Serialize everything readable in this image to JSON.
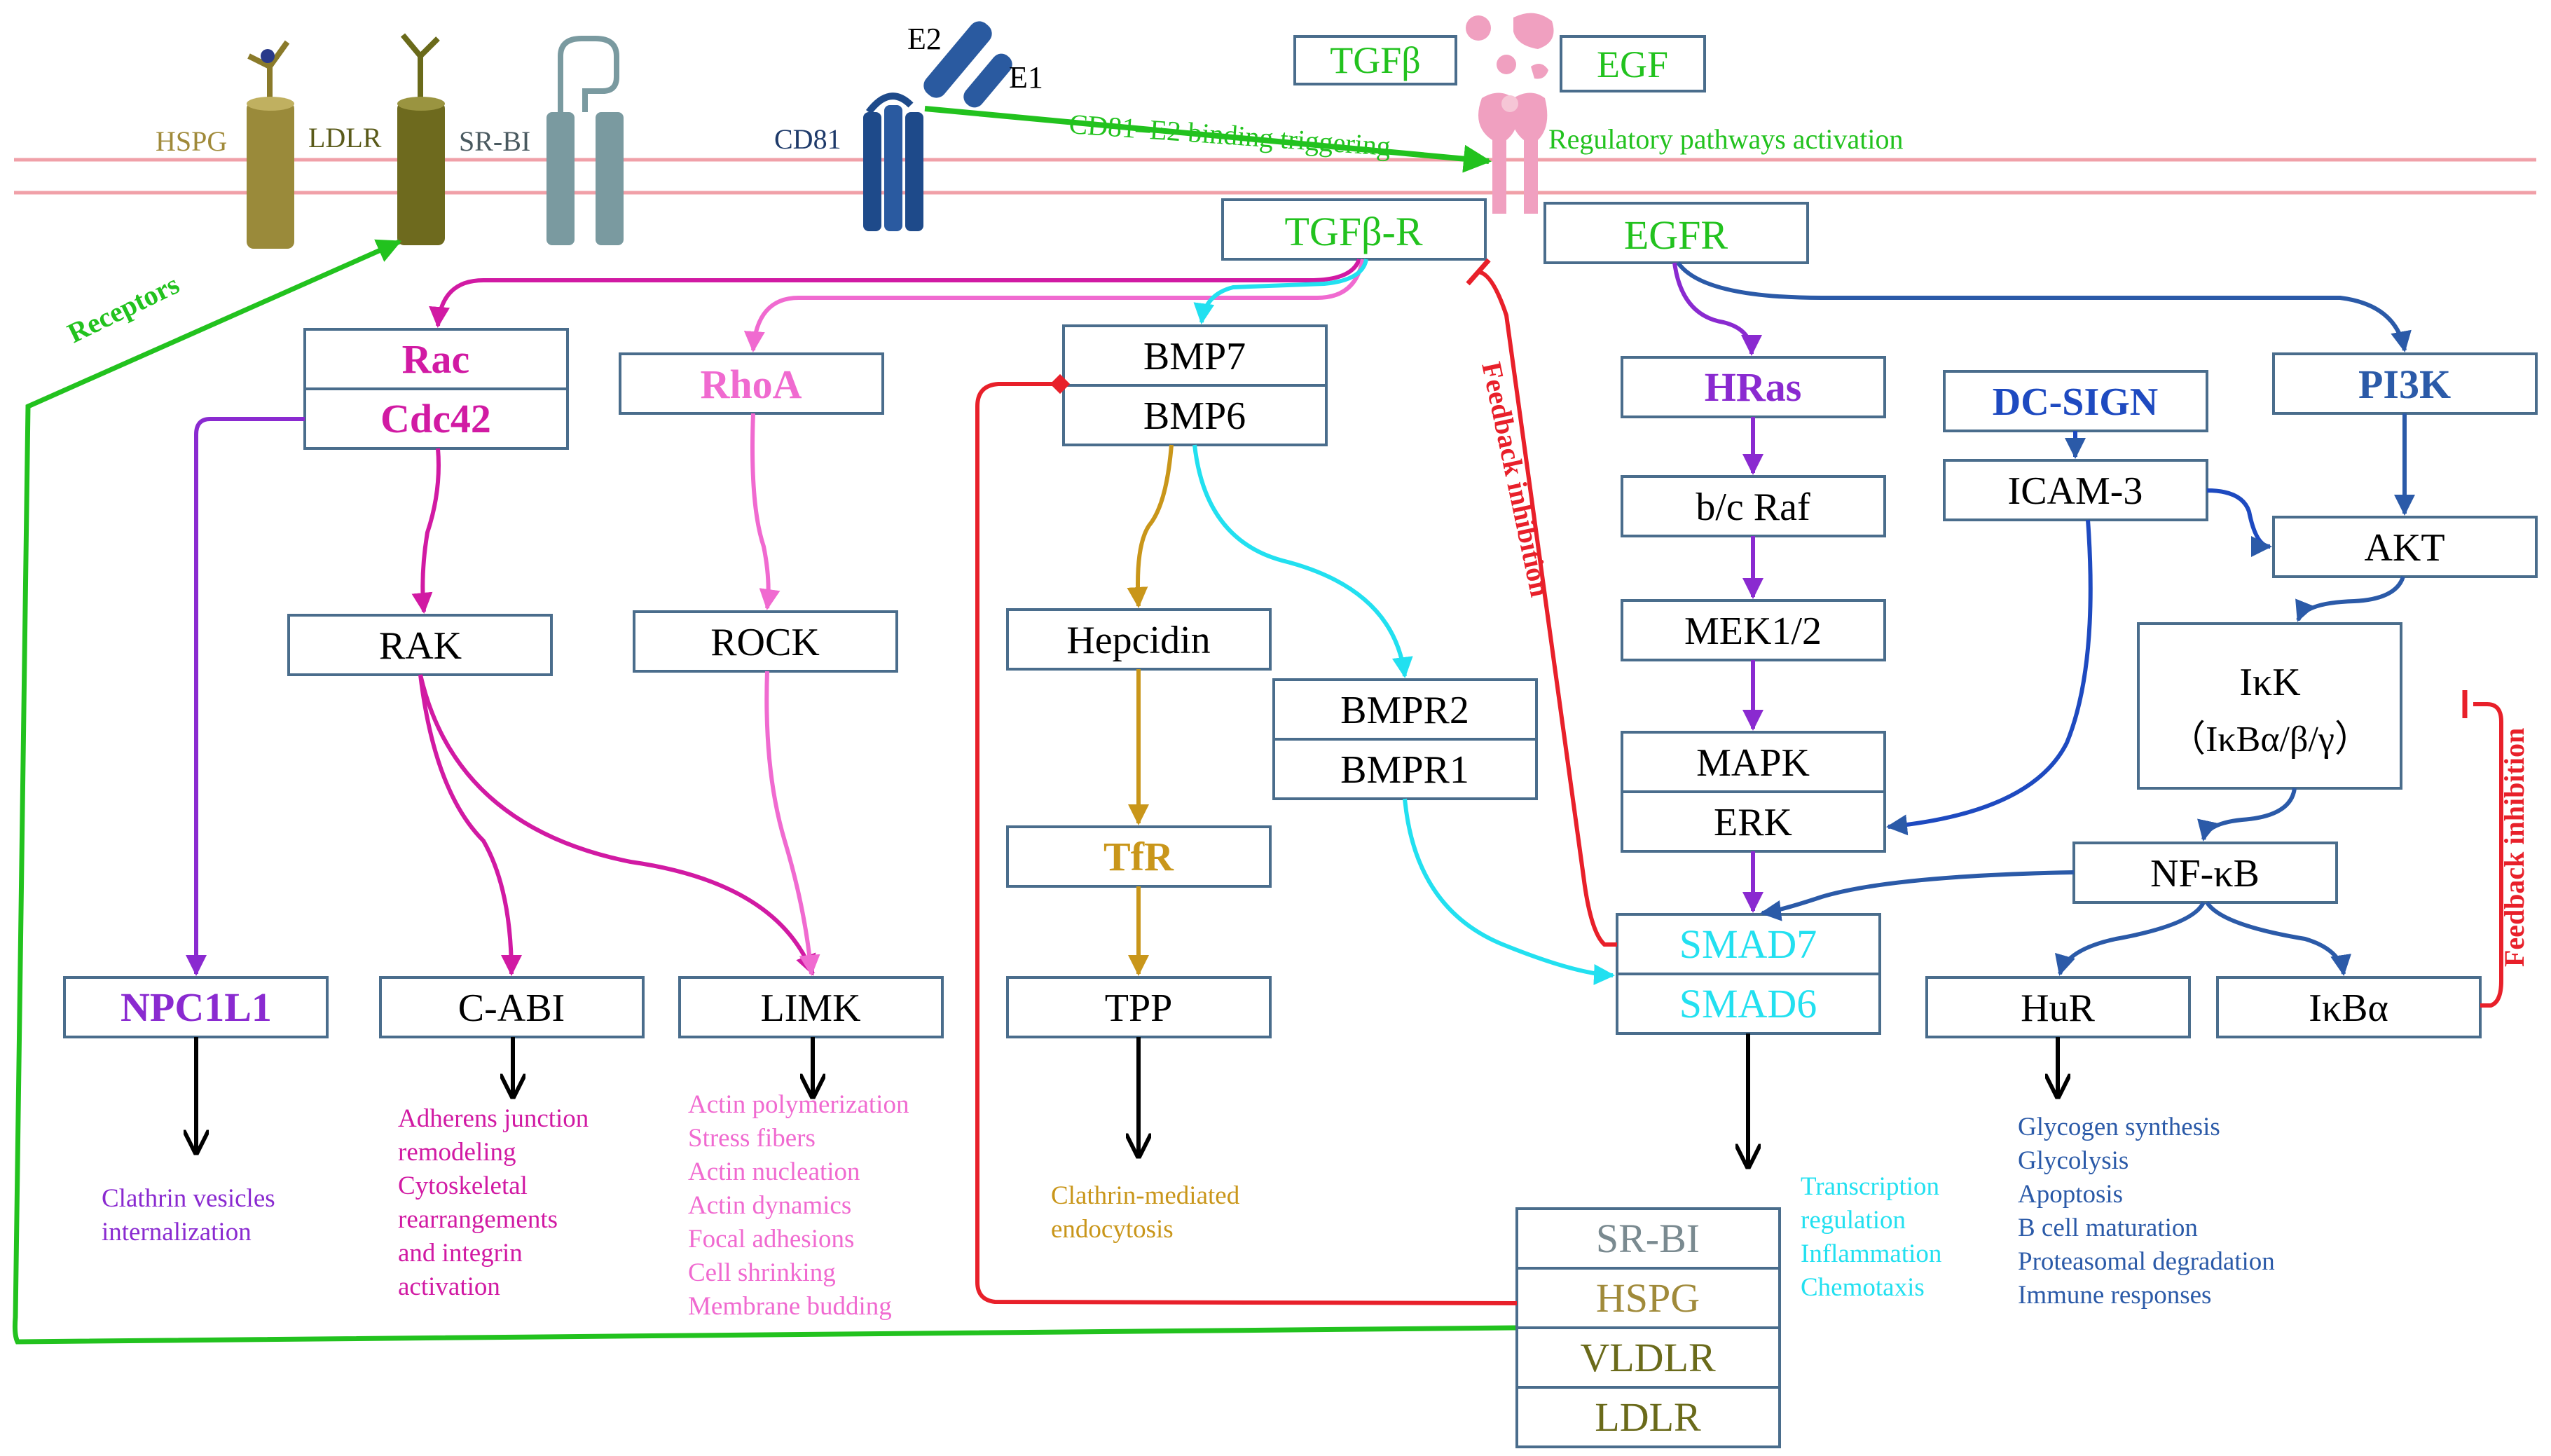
{
  "membrane": {
    "receptors": {
      "hspg": "HSPG",
      "ldlr": "LDLR",
      "srbi": "SR-BI",
      "cd81": "CD81",
      "e2": "E2",
      "e1": "E1"
    },
    "ligands": {
      "tgfb": "TGFβ",
      "egf": "EGF"
    },
    "binding_text": "CD81–E2 binding triggering",
    "activation_text": "Regulatory pathways activation",
    "receptors_label": "Receptors"
  },
  "top_receptors": {
    "tgfbr": "TGFβ-R",
    "egfr": "EGFR"
  },
  "nodes": {
    "rac": "Rac",
    "cdc42": "Cdc42",
    "rhoa": "RhoA",
    "bmp7": "BMP7",
    "bmp6": "BMP6",
    "hras": "HRas",
    "dcsign": "DC-SIGN",
    "pi3k": "PI3K",
    "braf": "b/c Raf",
    "icam3": "ICAM-3",
    "akt": "AKT",
    "rak": "RAK",
    "rock": "ROCK",
    "hepcidin": "Hepcidin",
    "mek": "MEK1/2",
    "ikk1": "IκK",
    "ikk2": "（IκBα/β/γ）",
    "bmpr2": "BMPR2",
    "bmpr1": "BMPR1",
    "mapk": "MAPK",
    "erk": "ERK",
    "tfr": "TfR",
    "nfkb": "NF-κB",
    "smad7": "SMAD7",
    "smad6": "SMAD6",
    "npc1l1": "NPC1L1",
    "cabi": "C-ABI",
    "limk": "LIMK",
    "tpp": "TPP",
    "hur": "HuR",
    "ikba": "IκBα"
  },
  "bottom_stack": [
    "SR-BI",
    "HSPG",
    "VLDLR",
    "LDLR"
  ],
  "feedback": {
    "left": "Feedback inhibition",
    "right": "Feedback inhibition"
  },
  "outcomes": {
    "npc1l1": [
      "Clathrin  vesicles",
      "internalization"
    ],
    "cabi": [
      "Adherens junction",
      "remodeling",
      "Cytoskeletal",
      "rearrangements",
      "and integrin",
      "activation"
    ],
    "limk": [
      "Actin polymerization",
      "Stress fibers",
      "Actin nucleation",
      "Actin dynamics",
      "Focal adhesions",
      "Cell shrinking",
      "Membrane budding"
    ],
    "tpp": [
      "Clathrin-mediated",
      "endocytosis"
    ],
    "smad": [
      "Transcription",
      "regulation",
      "Inflammation",
      "Chemotaxis"
    ],
    "hur": [
      "Glycogen synthesis",
      "Glycolysis",
      "Apoptosis",
      "B cell maturation",
      "Proteasomal degradation",
      "Immune responses"
    ]
  },
  "colors": {
    "box_border": "#4a6d8c",
    "green": "#22c21e",
    "magenta": "#d11aa3",
    "pink": "#f06ad0",
    "cyan": "#22e0f0",
    "gold": "#c9961a",
    "purple": "#8a2ad0",
    "blue": "#2b5aa8",
    "red": "#e8202a",
    "membrane": "#f0a0a8"
  }
}
